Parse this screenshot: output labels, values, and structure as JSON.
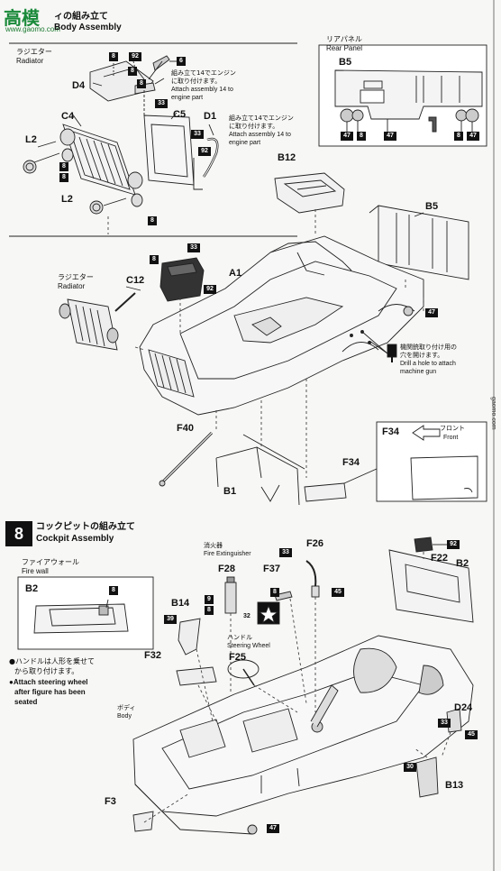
{
  "watermark": {
    "logo": "高模",
    "site": "www.gaomo.com",
    "side": "gaomo.com"
  },
  "step7": {
    "title_jp": "ィの組み立て",
    "title_en": "Body Assembly"
  },
  "radiator": {
    "label_jp": "ラジエター",
    "label_en": "Radiator",
    "note1_jp_a": "組み立て14でエンジン",
    "note1_jp_b": "に取り付けます。",
    "note1_en_a": "Attach assembly 14 to",
    "note1_en_b": "engine part",
    "note2_jp_a": "組み立て14でエンジン",
    "note2_jp_b": "に取り付けます。",
    "note2_en_a": "Attach assembly 14 to",
    "note2_en_b": "engine part"
  },
  "rear_panel": {
    "label_jp": "リアパネル",
    "label_en": "Rear Panel",
    "part": "B5"
  },
  "radiator2": {
    "label_jp": "ラジエター",
    "label_en": "Radiator"
  },
  "machine_gun": {
    "jp_a": "機関銃取り付け用の",
    "jp_b": "穴を開けます。",
    "en_a": "Drill a hole to attach",
    "en_b": "machine gun"
  },
  "front": {
    "jp": "フロント",
    "en": "Front",
    "part": "F34"
  },
  "step8": {
    "number": "8",
    "title_jp": "コックピットの組み立て",
    "title_en": "Cockpit Assembly"
  },
  "firewall": {
    "label_jp": "ファイアウォール",
    "label_en": "Fire wall",
    "part": "B2"
  },
  "extinguisher": {
    "jp": "消火器",
    "en": "Fire Extinguisher"
  },
  "steering": {
    "jp": "ハンドル",
    "en": "Steering Wheel"
  },
  "body": {
    "jp": "ボディ",
    "en": "Body"
  },
  "notes": {
    "jp_a": "●ハンドルは人形を乗せて",
    "jp_b": "から取り付けます。",
    "en_a": "●Attach steering wheel",
    "en_b": "after figure has been",
    "en_c": "seated"
  },
  "parts": {
    "D4": "D4",
    "C4": "C4",
    "C5": "C5",
    "D1": "D1",
    "L2a": "L2",
    "L2b": "L2",
    "B12": "B12",
    "B5": "B5",
    "A1": "A1",
    "C12": "C12",
    "F40": "F40",
    "B1": "B1",
    "F34": "F34",
    "F26": "F26",
    "F28": "F28",
    "F37": "F37",
    "F22": "F22",
    "B2": "B2",
    "B14": "B14",
    "F25": "F25",
    "F32": "F32",
    "D24": "D24",
    "B13": "B13",
    "F3": "F3"
  },
  "numbers": {
    "n8": "8",
    "n92": "92",
    "n6": "6",
    "n33": "33",
    "n47": "47",
    "n45": "45",
    "n9": "9",
    "n32": "32",
    "n39": "39",
    "n30": "30"
  }
}
